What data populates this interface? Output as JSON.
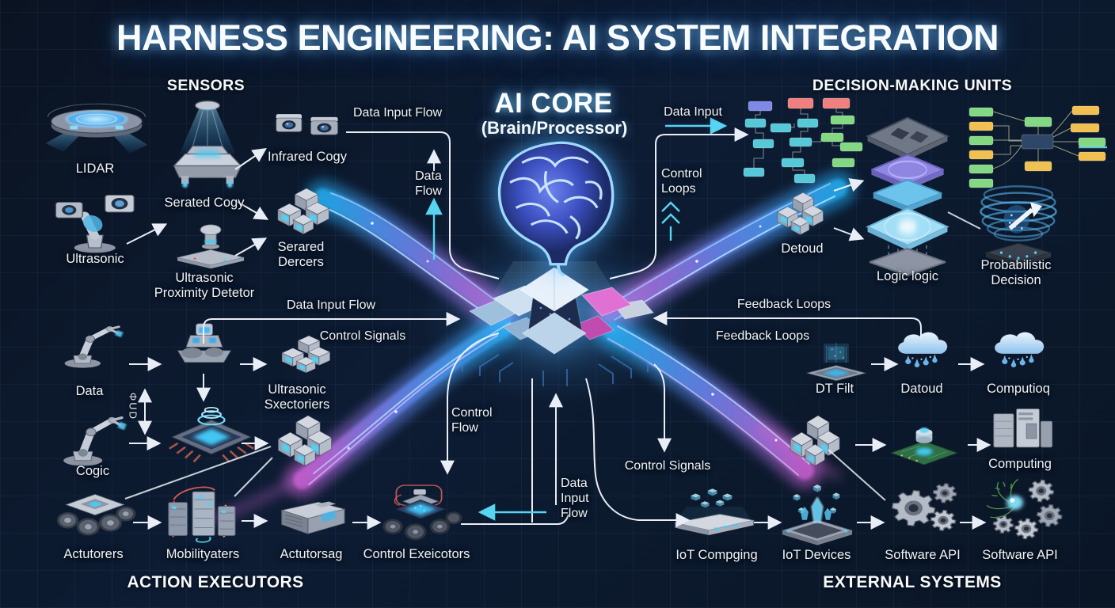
{
  "title": "HARNESS ENGINEERING: AI SYSTEM INTEGRATION",
  "sections": {
    "sensors": "SENSORS",
    "decision": "DECISION-MAKING UNITS",
    "action": "ACTION EXECUTORS",
    "external": "EXTERNAL SYSTEMS"
  },
  "core": {
    "title": "AI CORE",
    "subtitle": "(Brain/Processor)"
  },
  "labels": {
    "data_input_flow_top": "Data Input Flow",
    "data_flow": "Data\nFlow",
    "data_input": "Data Input",
    "control_loops": "Control\nLoops",
    "data_input_flow_mid": "Data Input Flow",
    "control_signals_left": "Control Signals",
    "control_flow": "Control\nFlow",
    "data_input_flow_bottom": "Data\nInput\nFlow",
    "control_signals_right": "Control Signals",
    "feedback_loops_top": "Feedback Loops",
    "feedback_loops_mid": "Feedback Loops",
    "vertical_flow": "ΦUD"
  },
  "devices": [
    {
      "id": "lidar",
      "icon": "lidar",
      "label": "LIDAR"
    },
    {
      "id": "ultrasonic",
      "icon": "camera-arm",
      "label": "Ultrasonic"
    },
    {
      "id": "serated_cogy",
      "icon": "scan-platform",
      "label": "Serated Cogy"
    },
    {
      "id": "uprox",
      "icon": "proximity-sensor",
      "label": "Ultrasonic\nProximity Detetor"
    },
    {
      "id": "infrared",
      "icon": "camera-pair",
      "label": "Infrared Cogy"
    },
    {
      "id": "serared",
      "icon": "cube-cluster",
      "label": "Serared\nDercers"
    },
    {
      "id": "data_arm",
      "icon": "robot-arm",
      "label": "Data"
    },
    {
      "id": "robot1",
      "icon": "robot",
      "label": null
    },
    {
      "id": "cubes1",
      "icon": "cube-cluster",
      "label": "Ultrasonic\nSxectoriers"
    },
    {
      "id": "cogic_arm",
      "icon": "robot-arm",
      "label": "Cogic"
    },
    {
      "id": "chip1",
      "icon": "chip-pins",
      "label": null
    },
    {
      "id": "cubes2",
      "icon": "cube-cluster",
      "label": null
    },
    {
      "id": "actutorers",
      "icon": "wheeled-robot",
      "label": "Actutorers"
    },
    {
      "id": "mobilityaters",
      "icon": "wired-towers",
      "label": "Mobilityaters"
    },
    {
      "id": "actutorsag",
      "icon": "machine-box",
      "label": "Actutorsag"
    },
    {
      "id": "ctrl_exe",
      "icon": "wheeled-chip",
      "label": "Control Exeicotors"
    },
    {
      "id": "brain",
      "icon": "brain",
      "label": null
    },
    {
      "id": "fc_left",
      "icon": "flowchart-left",
      "label": null
    },
    {
      "id": "fc_right",
      "icon": "flowchart-right",
      "label": null
    },
    {
      "id": "detoud",
      "icon": "cube-cluster",
      "label": "Detoud"
    },
    {
      "id": "logic",
      "icon": "layer-stack",
      "label": "Logic logic"
    },
    {
      "id": "prob",
      "icon": "holo-bowl",
      "label": "Probabilistic\nDecision"
    },
    {
      "id": "dtfilt",
      "icon": "chip-holo",
      "label": "DT Filt"
    },
    {
      "id": "cloud1",
      "icon": "cloud-rain",
      "label": "Datoud"
    },
    {
      "id": "cloud2",
      "icon": "cloud-rain",
      "label": "Computioq"
    },
    {
      "id": "cubes3",
      "icon": "cube-cluster",
      "label": null
    },
    {
      "id": "greenchip",
      "icon": "green-chip",
      "label": null
    },
    {
      "id": "servers",
      "icon": "server-boxes",
      "label": "Computing"
    },
    {
      "id": "router",
      "icon": "iot-router",
      "label": "IoT Compging"
    },
    {
      "id": "iotplat",
      "icon": "iot-platform",
      "label": "IoT Devices"
    },
    {
      "id": "gears1",
      "icon": "gears",
      "label": "Software API"
    },
    {
      "id": "gears2",
      "icon": "gears-green",
      "label": "Software API"
    }
  ],
  "colors": {
    "background": "#0b1526",
    "accent_cyan": "#56d4f2",
    "stream_blue": "#2aa8f8",
    "stream_purple": "#8a6cf0",
    "stream_pink": "#d863cc",
    "text": "#eef4fb",
    "node_red": "#f08080",
    "node_teal": "#56c8d8",
    "node_green": "#84d884",
    "node_yellow": "#f0c050",
    "node_purple": "#8088e8",
    "node_navy": "#2e4668"
  }
}
